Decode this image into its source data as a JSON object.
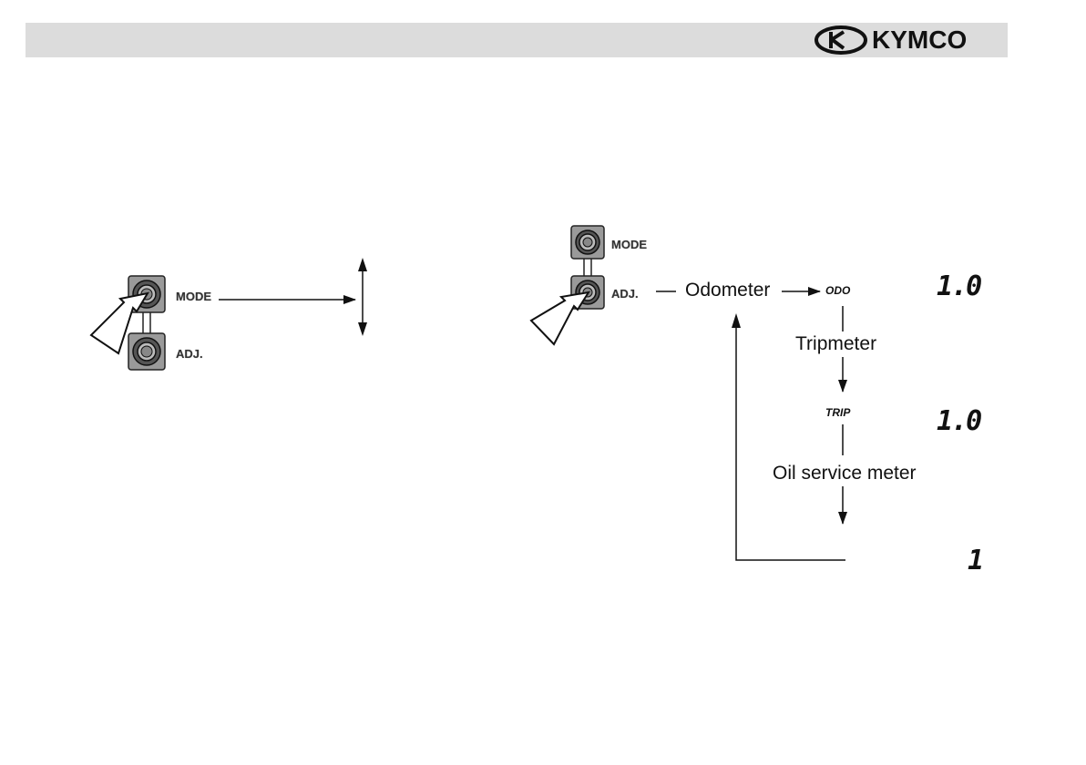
{
  "header": {
    "brand": "KYMCO"
  },
  "left_panel": {
    "mode_label": "MODE",
    "adj_label": "ADJ."
  },
  "right_panel": {
    "mode_label": "MODE",
    "adj_label": "ADJ.",
    "odometer_label": "Odometer",
    "tripmeter_label": "Tripmeter",
    "oil_label": "Oil service meter",
    "odo_indicator": "ODO",
    "trip_indicator": "TRIP",
    "display_1": "1.0",
    "display_2": "1.0",
    "display_3": "1"
  }
}
